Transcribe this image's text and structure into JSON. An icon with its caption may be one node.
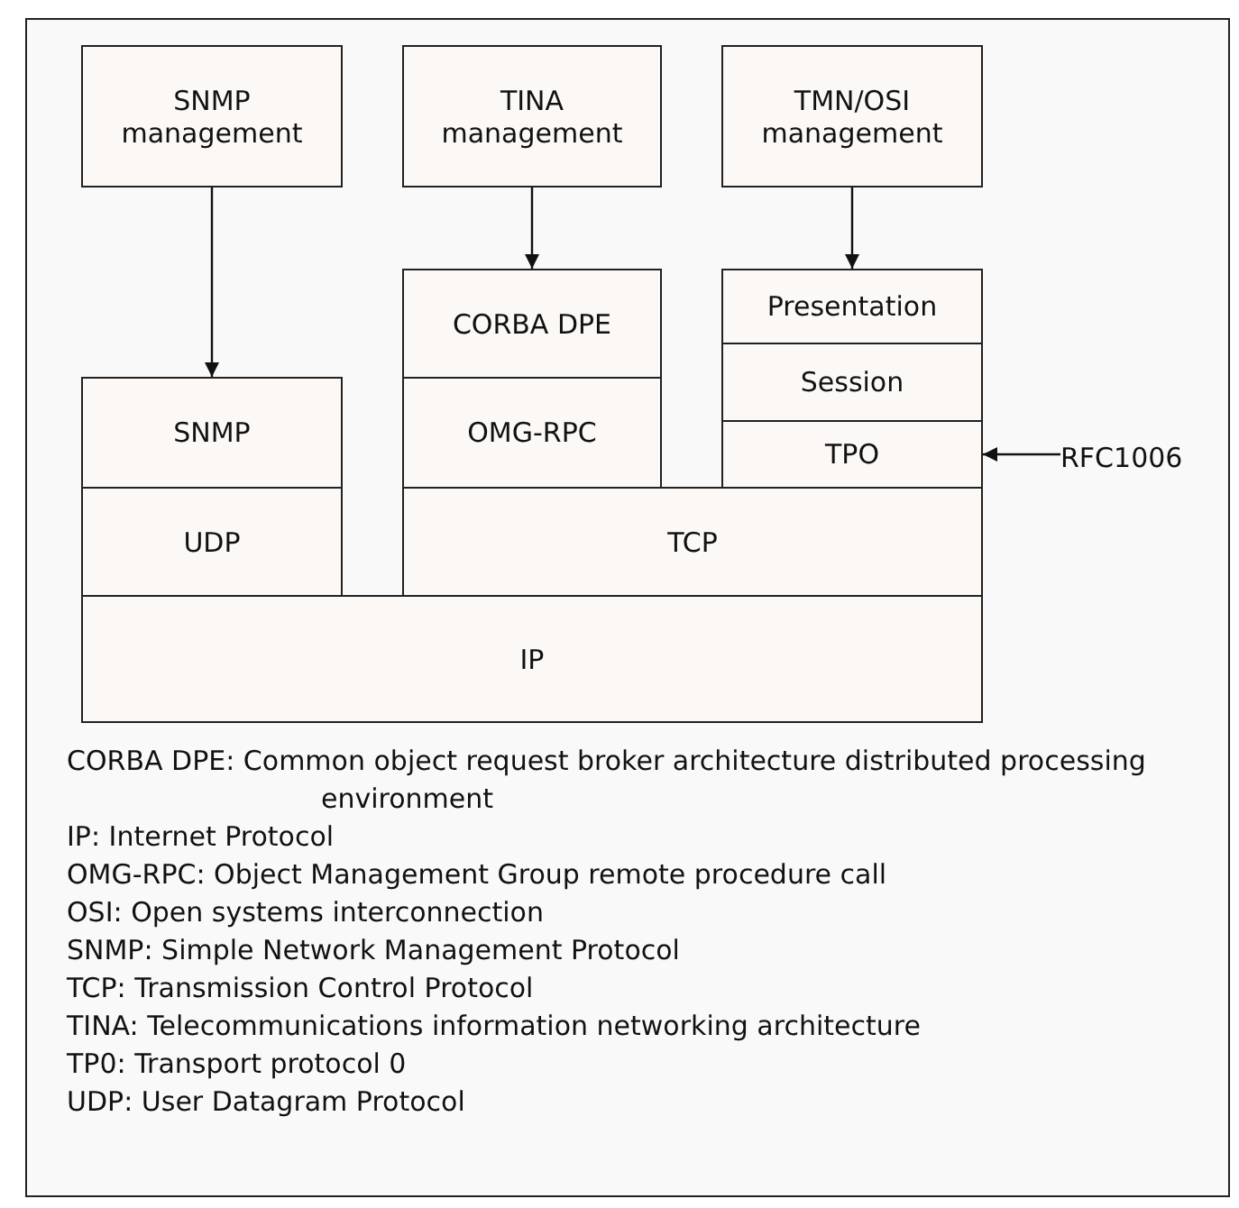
{
  "diagram": {
    "nodes": [
      {
        "text": [
          "SNMP management"
        ]
      },
      {
        "text": [
          "TINA management"
        ]
      },
      {
        "text": [
          "TMN/OSI management"
        ]
      },
      {
        "text": [
          "CORBA DPE"
        ]
      },
      {
        "text": [
          "OMG-RPC"
        ]
      },
      {
        "text": [
          "Presentation"
        ]
      },
      {
        "text": [
          "Session"
        ]
      },
      {
        "text": [
          "TPO"
        ]
      },
      {
        "text": [
          "SNMP"
        ]
      },
      {
        "text": [
          "UDP"
        ]
      },
      {
        "text": [
          "TCP"
        ]
      },
      {
        "text": [
          "IP"
        ]
      },
      {
        "text": [
          "RFC1006"
        ]
      }
    ],
    "edges": [
      {
        "from": 0,
        "to": 8,
        "arrow": "to"
      },
      {
        "from": 1,
        "to": 3,
        "arrow": "to"
      },
      {
        "from": 2,
        "to": 5,
        "arrow": "to"
      },
      {
        "from": 12,
        "to": 7,
        "arrow": "to"
      }
    ],
    "labels": [
      "CORBA DPE: Common object request broker architecture distributed processing environment",
      "IP: Internet Protocol",
      "OMG-RPC: Object Management Group remote procedure call",
      "OSI: Open systems interconnection",
      "SNMP: Simple Network Management Protocol",
      "TCP: Transmission Control Protocol",
      "TINA: Telecommunications information networking architecture",
      "TP0: Transport protocol 0",
      "UDP: User Datagram Protocol"
    ]
  }
}
